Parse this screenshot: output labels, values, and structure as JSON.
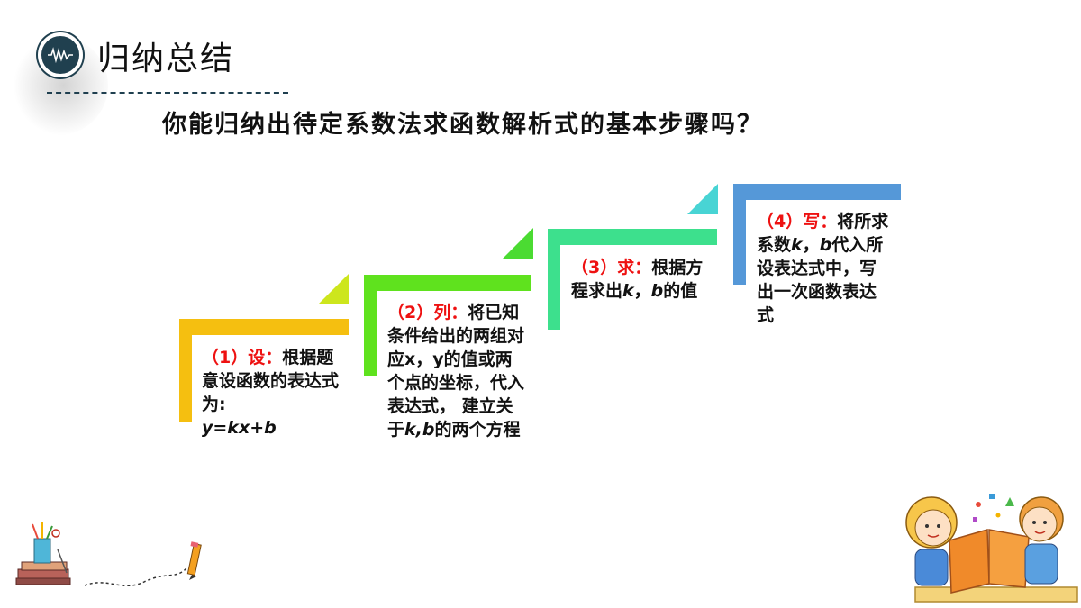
{
  "header": {
    "title": "归纳总结"
  },
  "question": "你能归纳出待定系数法求函数解析式的基本步骤吗？",
  "steps": [
    {
      "label": "（1）设：",
      "text1": "根据题意设函数的表达式为:",
      "formula": "y=kx+b",
      "color": "#f5bf10",
      "triangle_color": "#cde61d"
    },
    {
      "label": "（2）列：",
      "text1": "将已知条件给出的两组对应x，y的值或两个点的坐标，代入表达式， 建立关于",
      "kb": "k,b",
      "text2": "的两个方程",
      "color": "#5fe21e",
      "triangle_color": "#4bdb32"
    },
    {
      "label": "（3）求：",
      "text1": "根据方程求出",
      "k": "k",
      "sep": "，",
      "b": "b",
      "text2": "的值",
      "color": "#3de08d",
      "triangle_color": "#48d4d4"
    },
    {
      "label": "（4）写：",
      "text1": "将所求系数",
      "k": "k",
      "sep": "，",
      "b": "b",
      "text2": "代入所设表达式中，写出一次函数表达式",
      "color": "#5598d8"
    }
  ],
  "icons": [
    "waveform-icon",
    "stationery-icon",
    "pencil-icon",
    "reading-children-illustration"
  ]
}
